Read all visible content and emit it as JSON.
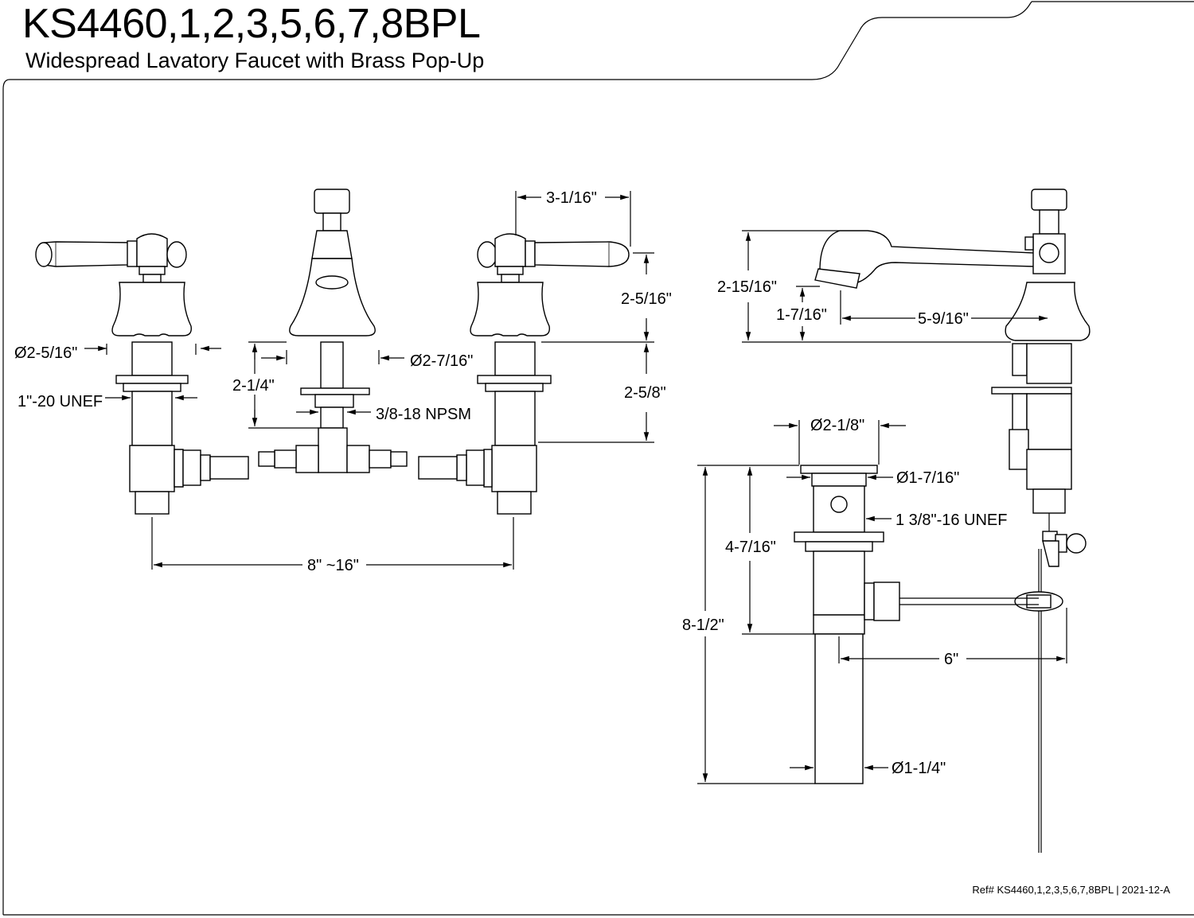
{
  "header": {
    "model": "KS4460,1,2,3,5,6,7,8BPL",
    "description": "Widespread Lavatory Faucet with Brass Pop-Up"
  },
  "footer": {
    "reference": "Ref# KS4460,1,2,3,5,6,7,8BPL | 2021-12-A"
  },
  "dimensions": {
    "handle_diameter": "Ø2-5/16\"",
    "handle_thread": "1\"-20 UNEF",
    "spout_deck_height": "2-1/4\"",
    "spout_base_diameter": "Ø2-7/16\"",
    "spout_thread": "3/8-18 NPSM",
    "handle_reach": "3-1/16\"",
    "handle_height": "2-5/16\"",
    "shank_length": "2-5/8\"",
    "spread": "8\" ~16\"",
    "spout_height": "2-15/16\"",
    "spout_outlet_height": "1-7/16\"",
    "spout_reach": "5-9/16\"",
    "drain_flange_diameter": "Ø2-1/8\"",
    "drain_stopper_diameter": "Ø1-7/16\"",
    "drain_thread": "1 3/8\"-16 UNEF",
    "drain_body_length": "4-7/16\"",
    "drain_total_length": "8-1/2\"",
    "pivot_rod_length": "6\"",
    "tailpiece_diameter": "Ø1-1/4\""
  }
}
